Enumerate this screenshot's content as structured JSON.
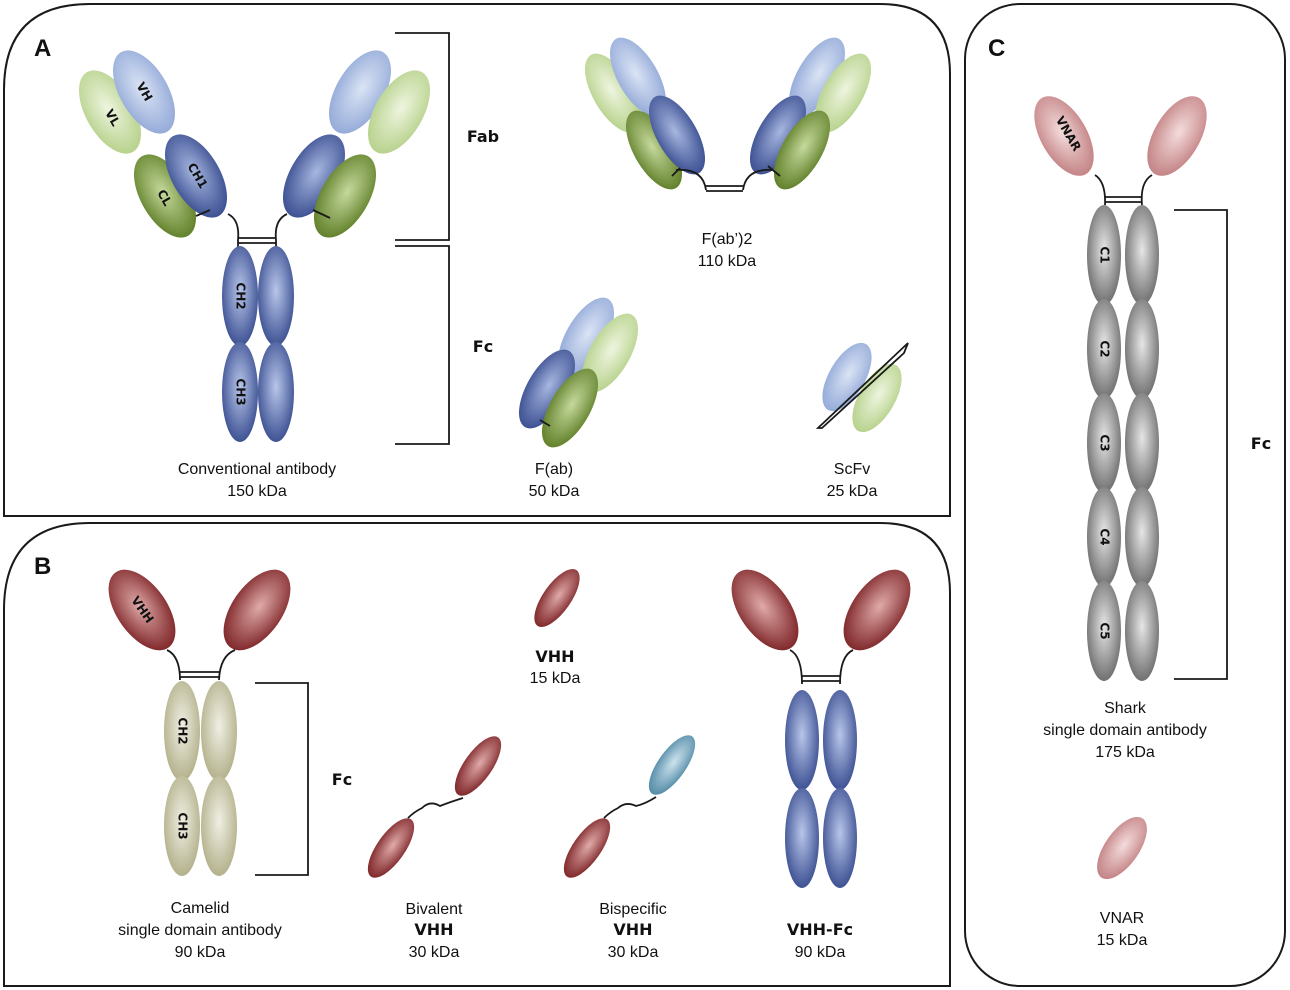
{
  "panels": {
    "A": {
      "letter": "A",
      "conventional": {
        "name": "Conventional antibody",
        "mass": "150 kDa",
        "domains": {
          "vh": "VH",
          "vl": "VL",
          "ch1": "CH1",
          "cl": "CL",
          "ch2": "CH2",
          "ch3": "CH3"
        }
      },
      "fab_label": "Fab",
      "fc_label": "Fc",
      "fab2": {
        "name": "F(ab’)2",
        "mass": "110 kDa"
      },
      "fab": {
        "name": "F(ab)",
        "mass": "50 kDa"
      },
      "scfv": {
        "name": "ScFv",
        "mass": "25 kDa"
      }
    },
    "B": {
      "letter": "B",
      "camelid": {
        "name_line1": "Camelid",
        "name_line2": "single domain antibody",
        "mass": "90 kDa",
        "domains": {
          "vhh": "VHH",
          "ch2": "CH2",
          "ch3": "CH3"
        }
      },
      "fc_label": "Fc",
      "vhh": {
        "name": "VHH",
        "mass": "15 kDa"
      },
      "bivalent": {
        "name_line1": "Bivalent",
        "name_line2": "VHH",
        "mass": "30 kDa"
      },
      "bispecific": {
        "name_line1": "Bispecific",
        "name_line2": "VHH",
        "mass": "30 kDa"
      },
      "vhhfc": {
        "name": "VHH-Fc",
        "mass": "90 kDa"
      }
    },
    "C": {
      "letter": "C",
      "shark": {
        "name_line1": "Shark",
        "name_line2": "single domain antibody",
        "mass": "175 kDa",
        "domains": {
          "vnar": "VNAR",
          "c1": "C1",
          "c2": "C2",
          "c3": "C3",
          "c4": "C4",
          "c5": "C5"
        }
      },
      "fc_label": "Fc",
      "vnar": {
        "name": "VNAR",
        "mass": "15 kDa"
      }
    }
  },
  "colors": {
    "heavy_variable": "#8fa6d6",
    "heavy_constant": "#3a4f94",
    "light_variable": "#b9d48e",
    "light_constant": "#5e7d26",
    "vhh": "#7a1f22",
    "camelid_constant": "#b3b28a",
    "bispecific_second": "#4e8aa6",
    "vnar": "#c68385",
    "shark_constant": "#6e6e6e"
  }
}
